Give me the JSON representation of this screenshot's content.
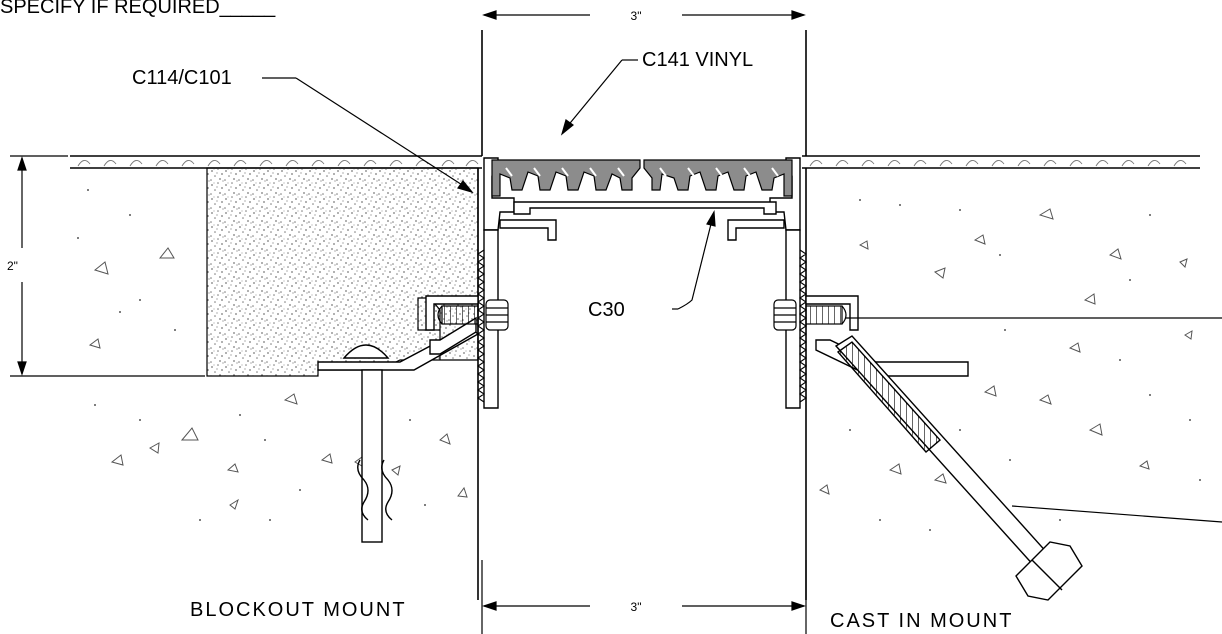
{
  "labels": {
    "top_note": "SPECIFY IF REQUIRED_____",
    "dim_top": "3\"",
    "dim_bottom": "3\"",
    "dim_left": "2\"",
    "c114": "C114/C101",
    "c141": "C141 VINYL",
    "c30": "C30",
    "blockout": "BLOCKOUT  MOUNT",
    "castin": "CAST  IN  MOUNT"
  },
  "colors": {
    "line": "#000000",
    "vinyl": "#8c8c8c",
    "stipple": "#7a7a7a",
    "concrete_speck": "#555555"
  }
}
